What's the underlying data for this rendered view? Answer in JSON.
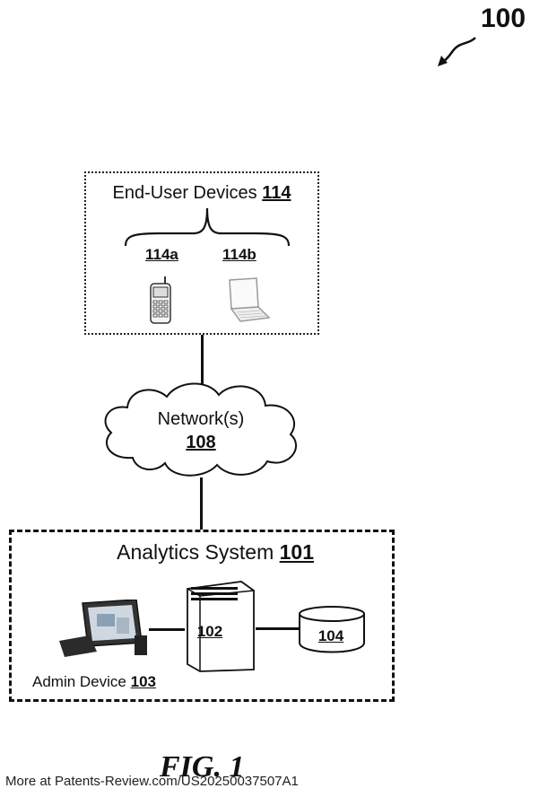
{
  "figure_number": "100",
  "figure_caption": "FIG. 1",
  "footer": "More at Patents-Review.com/US20250037507A1",
  "end_user_devices": {
    "title": "End-User Devices",
    "ref": "114",
    "phone_ref": "114a",
    "laptop_ref": "114b",
    "phone_icon": "mobile-phone-icon",
    "laptop_icon": "laptop-icon"
  },
  "network": {
    "label": "Network(s)",
    "ref": "108"
  },
  "analytics_system": {
    "title": "Analytics System",
    "ref": "101",
    "server_ref": "102",
    "database_ref": "104",
    "admin_label": "Admin Device",
    "admin_ref": "103"
  }
}
